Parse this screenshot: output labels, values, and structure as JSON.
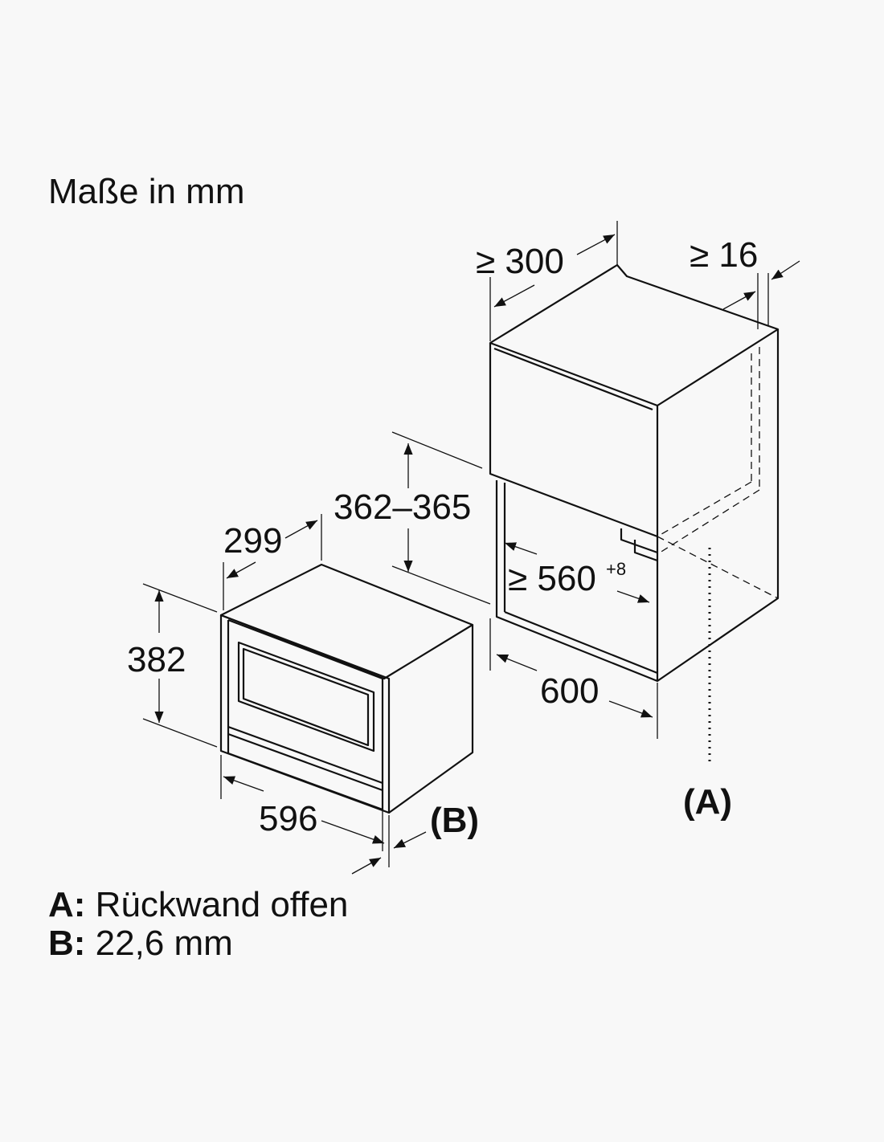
{
  "diagram": {
    "title": "Maße in mm",
    "dimensions": {
      "cabinet_depth": "≥ 300",
      "top_gap": "≥ 16",
      "niche_height": "362–365",
      "niche_width": "≥ 560",
      "niche_width_tolerance": "+8",
      "cabinet_width": "600",
      "appliance_depth": "299",
      "appliance_height": "382",
      "appliance_width": "596"
    },
    "markers": {
      "a": "(A)",
      "b": "(B)"
    },
    "legend": {
      "a_key": "A:",
      "a_text": "Rückwand offen",
      "b_key": "B:",
      "b_text": "22,6 mm"
    }
  }
}
